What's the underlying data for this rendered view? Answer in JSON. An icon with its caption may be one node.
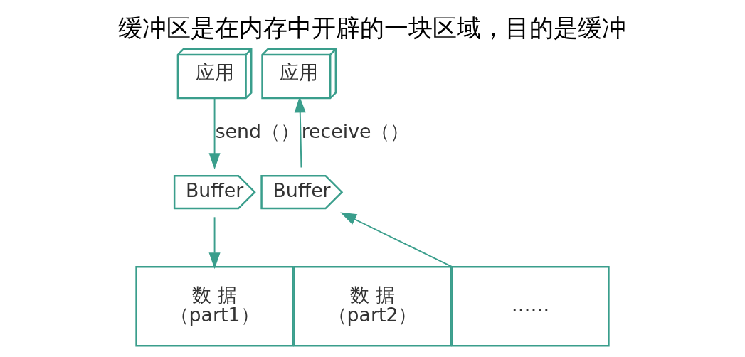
{
  "diagram": {
    "title": "缓冲区是在内存中开辟的一块区域，目的是缓冲",
    "nodes": [
      {
        "text": [
          "应用"
        ]
      },
      {
        "text": [
          "Buffer"
        ]
      },
      {
        "text": [
          "数 据",
          "（part1）"
        ]
      },
      {
        "text": [
          "数 据",
          "（part2）"
        ]
      },
      {
        "text": [
          "……"
        ]
      },
      {
        "text": [
          "Buffer"
        ]
      },
      {
        "text": [
          "应用"
        ]
      }
    ],
    "edges": [
      {
        "from": 0,
        "to": 1,
        "arrow": "to",
        "label": "send（）"
      },
      {
        "from": 1,
        "to": 2,
        "arrow": "to"
      },
      {
        "from": 4,
        "to": 5,
        "arrow": "to"
      },
      {
        "from": 5,
        "to": 6,
        "arrow": "to",
        "label": "receive（）"
      }
    ]
  }
}
